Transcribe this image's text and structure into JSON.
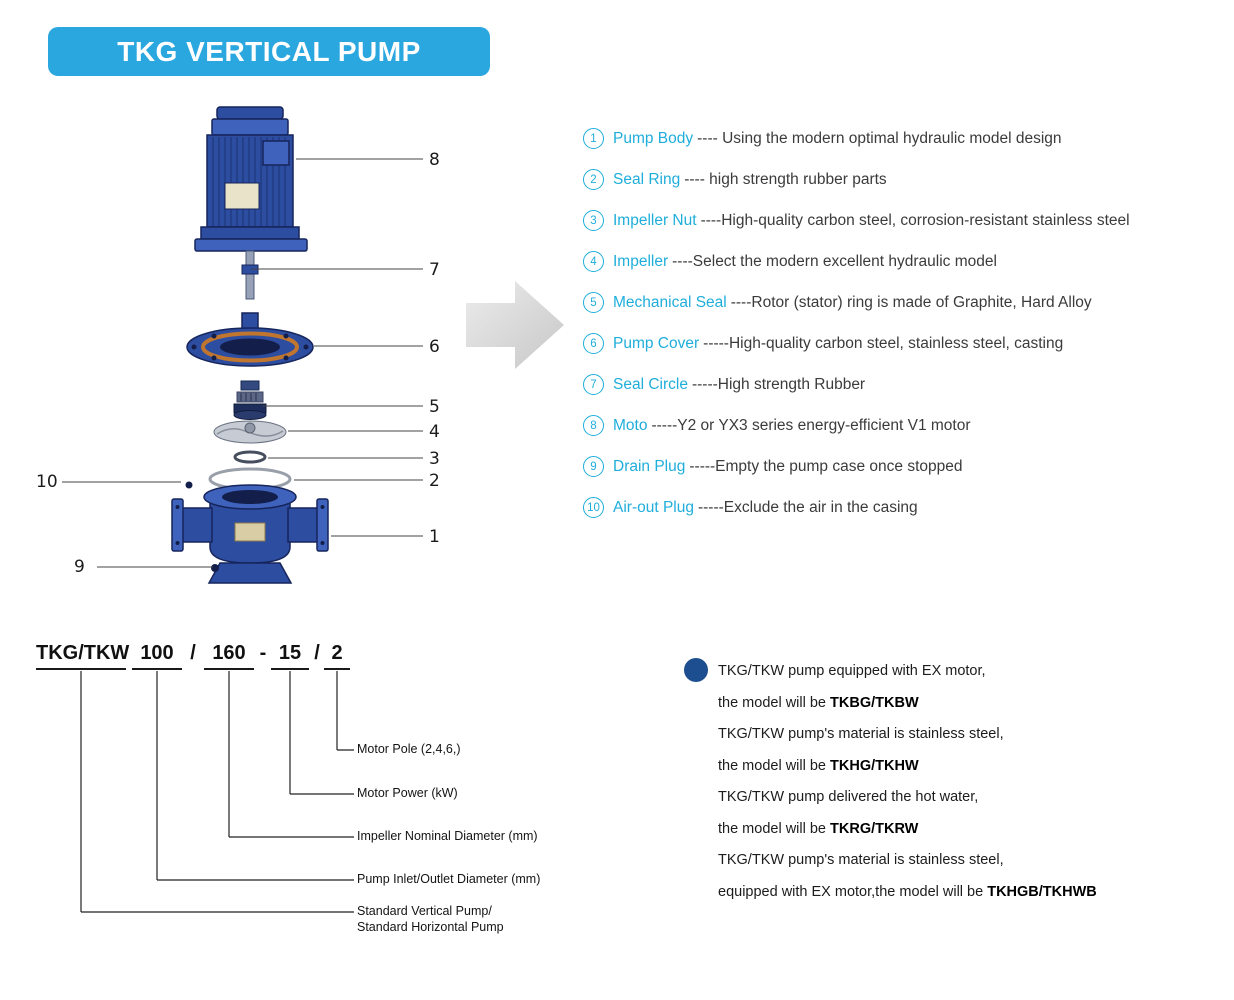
{
  "title": "TKG VERTICAL PUMP",
  "colors": {
    "badge_blue": "#2BA7E0",
    "accent_cyan": "#1FAEDB",
    "pump_blue": "#2d4da0",
    "bullet_navy": "#1d4e90",
    "text_dark": "#3b3b3b"
  },
  "diagram": {
    "callouts": [
      {
        "n": "8"
      },
      {
        "n": "7"
      },
      {
        "n": "6"
      },
      {
        "n": "5"
      },
      {
        "n": "4"
      },
      {
        "n": "3"
      },
      {
        "n": "2"
      },
      {
        "n": "1"
      },
      {
        "n": "10"
      },
      {
        "n": "9"
      }
    ]
  },
  "parts": [
    {
      "num": "1",
      "name": "Pump Body",
      "desc": "---- Using the modern optimal hydraulic model design"
    },
    {
      "num": "2",
      "name": "Seal Ring",
      "desc": "---- high strength rubber parts"
    },
    {
      "num": "3",
      "name": "Impeller Nut",
      "desc": "----High-quality carbon steel, corrosion-resistant stainless steel"
    },
    {
      "num": "4",
      "name": "Impeller",
      "desc": "----Select the modern excellent hydraulic model"
    },
    {
      "num": "5",
      "name": "Mechanical Seal",
      "desc": "----Rotor (stator) ring is made of Graphite, Hard Alloy"
    },
    {
      "num": "6",
      "name": "Pump Cover",
      "desc": "-----High-quality carbon steel, stainless steel, casting"
    },
    {
      "num": "7",
      "name": "Seal Circle",
      "desc": "-----High strength Rubber"
    },
    {
      "num": "8",
      "name": "Moto",
      "desc": "-----Y2 or YX3 series energy-efficient V1 motor"
    },
    {
      "num": "9",
      "name": "Drain Plug",
      "desc": "-----Empty the pump case once stopped"
    },
    {
      "num": "10",
      "name": "Air-out Plug",
      "desc": "-----Exclude the air in the casing"
    }
  ],
  "model_code": {
    "segments": [
      "TKG/TKW",
      "100",
      "/",
      "160",
      "-",
      "15",
      "/",
      "2"
    ],
    "labels": [
      "Motor Pole (2,4,6,)",
      "Motor Power (kW)",
      "Impeller Nominal Diameter (mm)",
      "Pump Inlet/Outlet Diameter (mm)",
      "Standard Vertical Pump/",
      "Standard Horizontal Pump"
    ]
  },
  "notes": {
    "lines": [
      {
        "prefix": "TKG/TKW pump equipped with EX motor,",
        "model": ""
      },
      {
        "prefix": "the model will be ",
        "model": "TKBG/TKBW"
      },
      {
        "prefix": "TKG/TKW pump's material is stainless steel,",
        "model": ""
      },
      {
        "prefix": "the model will be ",
        "model": "TKHG/TKHW"
      },
      {
        "prefix": "TKG/TKW pump delivered the hot water,",
        "model": ""
      },
      {
        "prefix": "the model will be ",
        "model": "TKRG/TKRW"
      },
      {
        "prefix": "TKG/TKW pump's material is stainless steel,",
        "model": ""
      },
      {
        "prefix": "equipped with EX motor,the model will be ",
        "model": "TKHGB/TKHWB"
      }
    ]
  }
}
